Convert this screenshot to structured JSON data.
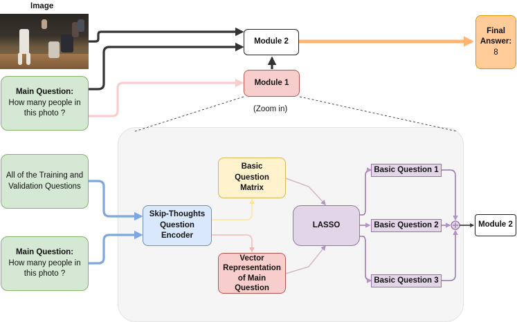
{
  "image_label": "Image",
  "main_question_top": {
    "title": "Main Question:",
    "line1": "How many people in",
    "line2": "this photo ?"
  },
  "module2": "Module 2",
  "module1": "Module 1",
  "zoom_label": "(Zoom in)",
  "final_answer": {
    "line1": "Final",
    "line2": "Answer:",
    "value": "8"
  },
  "training_questions": {
    "line1": "All of the Training and",
    "line2": "Validation Questions"
  },
  "main_question_bottom": {
    "title": "Main Question:",
    "line1": "How many people in",
    "line2": "this photo ?"
  },
  "encoder": {
    "line1": "Skip-Thoughts",
    "line2": "Question",
    "line3": "Encoder"
  },
  "basic_matrix": {
    "line1": "Basic",
    "line2": "Question",
    "line3": "Matrix"
  },
  "vector_rep": {
    "line1": "Vector",
    "line2": "Representation",
    "line3": "of Main",
    "line4": "Question"
  },
  "lasso": "LASSO",
  "basic_q1": "Basic Question 1",
  "basic_q2": "Basic Question 2",
  "basic_q3": "Basic Question 3",
  "module2_out": "Module 2",
  "colors": {
    "arrow_dark": "#333333",
    "arrow_orange": "#ffb570",
    "arrow_pink": "#f8cecc",
    "arrow_blue": "#7ea6e0",
    "arrow_yellow": "#ffe599",
    "arrow_purple": "#c3abd0"
  }
}
